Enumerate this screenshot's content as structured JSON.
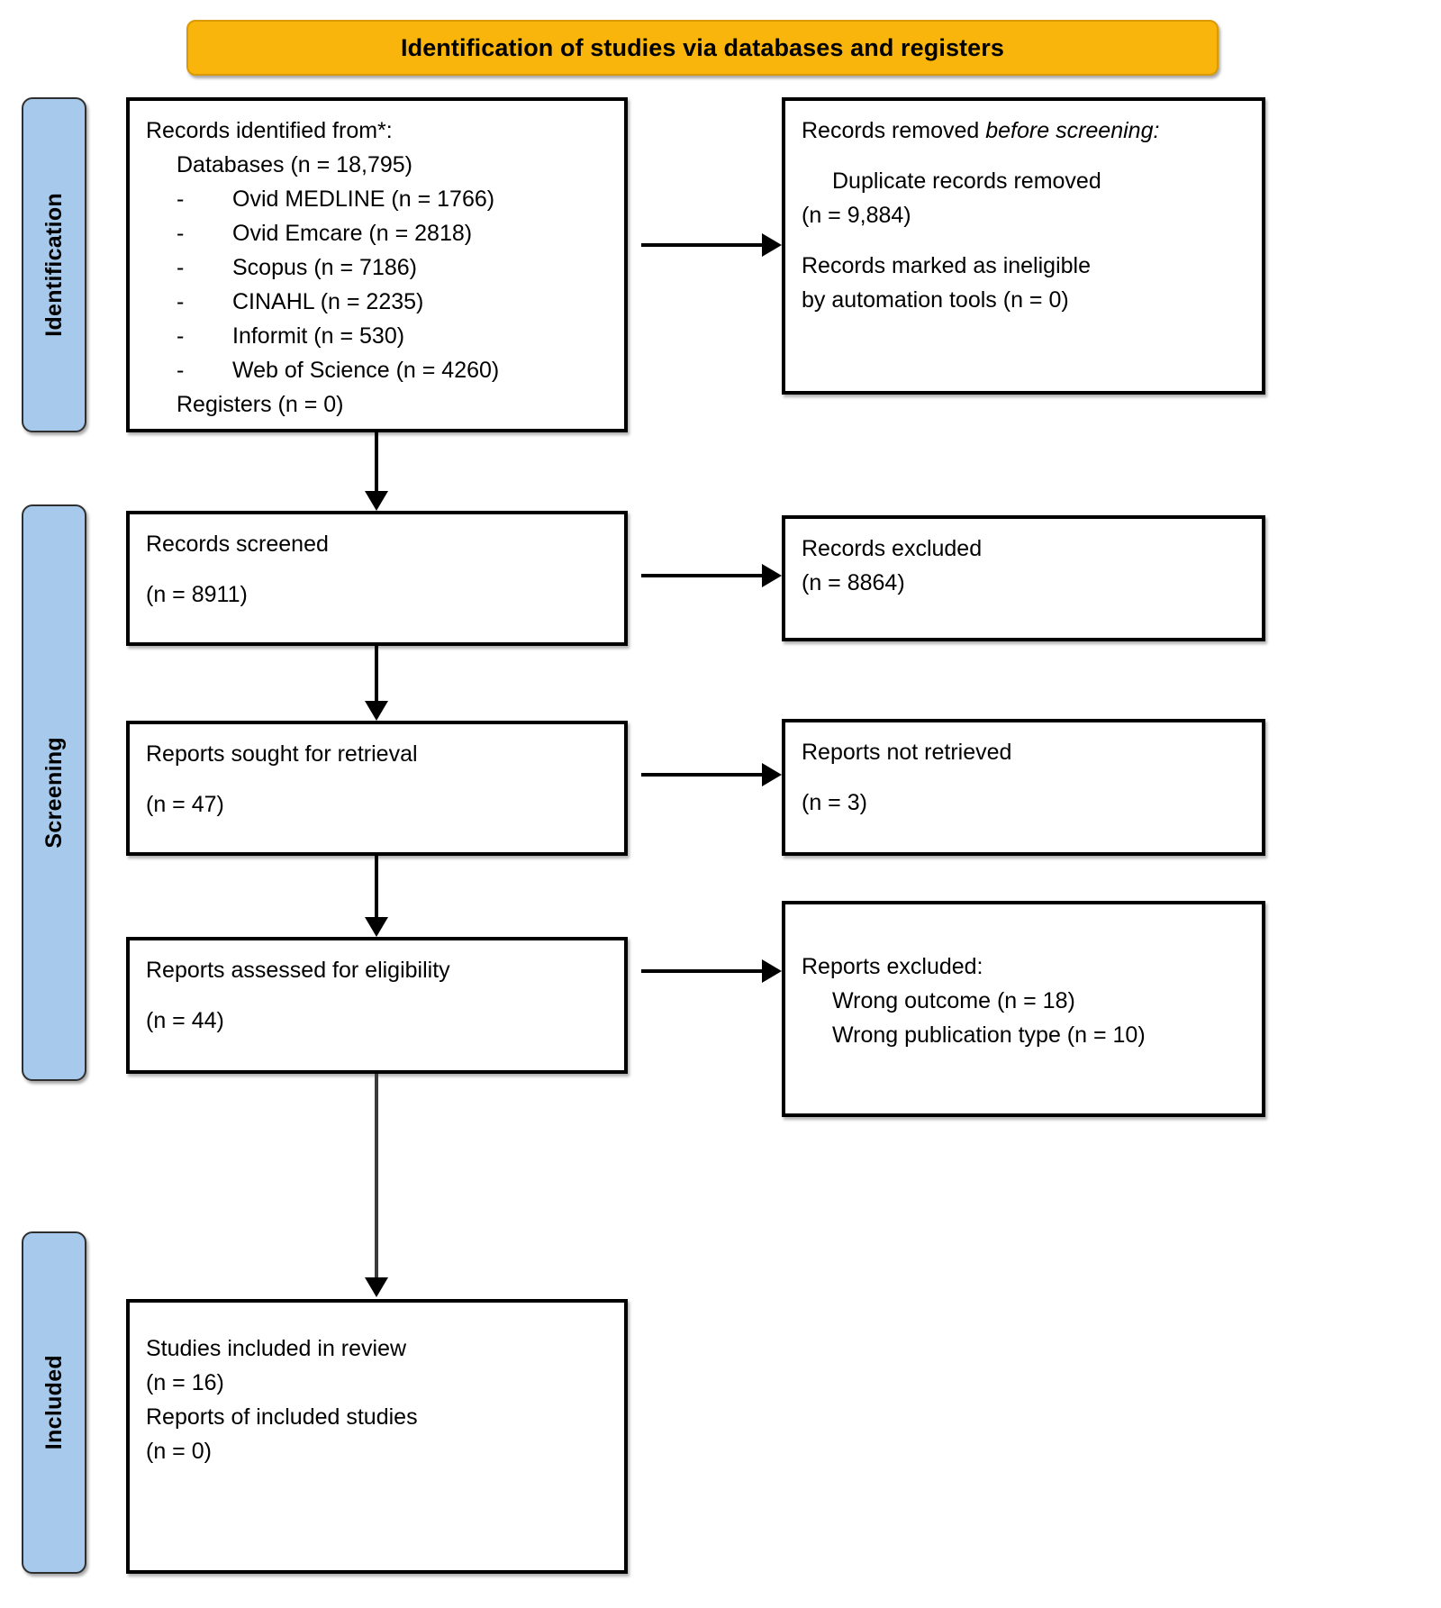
{
  "banner": {
    "title": "Identification of studies via databases and registers"
  },
  "stages": {
    "identification": "Identification",
    "screening": "Screening",
    "included": "Included"
  },
  "boxes": {
    "identified": {
      "heading": "Records identified from*:",
      "databases": "Databases (n = 18,795)",
      "sources": [
        {
          "dash": "-",
          "label": "Ovid MEDLINE (n = 1766)"
        },
        {
          "dash": "-",
          "label": "Ovid Emcare (n = 2818)"
        },
        {
          "dash": "-",
          "label": "Scopus (n = 7186)"
        },
        {
          "dash": "-",
          "label": "CINAHL (n = 2235)"
        },
        {
          "dash": "-",
          "label": "Informit (n = 530)"
        },
        {
          "dash": "-",
          "label": "Web of Science (n = 4260)"
        }
      ],
      "registers": "Registers (n = 0)"
    },
    "removed": {
      "heading_plain": "Records removed ",
      "heading_italic": "before screening",
      "heading_colon": ":",
      "duplicate_label": "Duplicate records removed",
      "duplicate_count": "(n = 9,884)",
      "ineligible_line1": "Records marked as ineligible",
      "ineligible_line2": "by automation tools (n = 0)"
    },
    "screened": {
      "label": "Records screened",
      "count": "(n = 8911)"
    },
    "excluded": {
      "label": "Records excluded",
      "count": "(n = 8864)"
    },
    "sought": {
      "label": "Reports sought for retrieval",
      "count": "(n = 47)"
    },
    "not_retrieved": {
      "label": "Reports not retrieved",
      "count": "(n = 3)"
    },
    "assessed": {
      "label": "Reports assessed for eligibility",
      "count": "(n = 44)"
    },
    "reports_excluded": {
      "heading": "Reports excluded:",
      "reasons": [
        "Wrong outcome (n = 18)",
        "Wrong publication type (n = 10)"
      ]
    },
    "included": {
      "studies_label": "Studies included in review",
      "studies_count": "(n = 16)",
      "reports_label": "Reports of included studies",
      "reports_count": "(n = 0)"
    }
  },
  "colors": {
    "banner_fill": "#F9B50B",
    "stage_fill": "#A6C9EC",
    "box_border": "#000000",
    "page_background": "#FFFFFF"
  }
}
